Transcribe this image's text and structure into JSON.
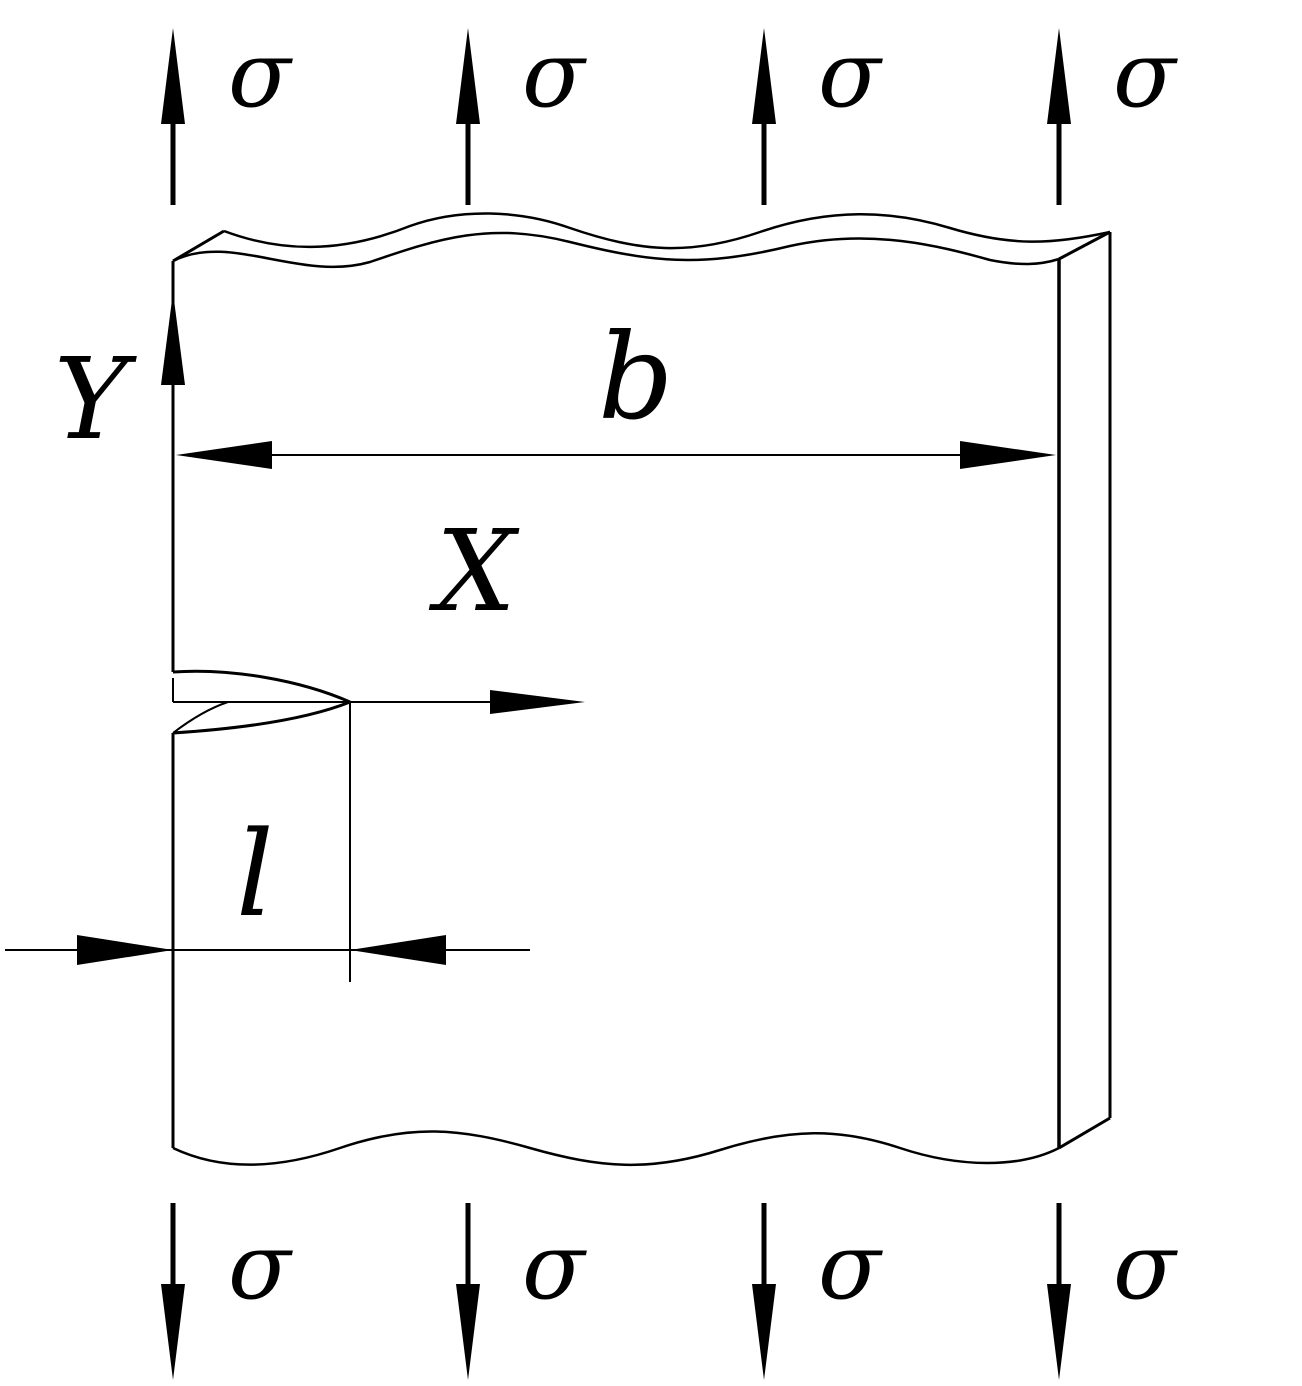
{
  "diagram": {
    "stress_symbol": "σ",
    "axis_y_label": "Y",
    "axis_x_label": "X",
    "width_label": "b",
    "crack_length_label": "l",
    "colors": {
      "ink": "#000000",
      "paper": "#ffffff"
    }
  }
}
